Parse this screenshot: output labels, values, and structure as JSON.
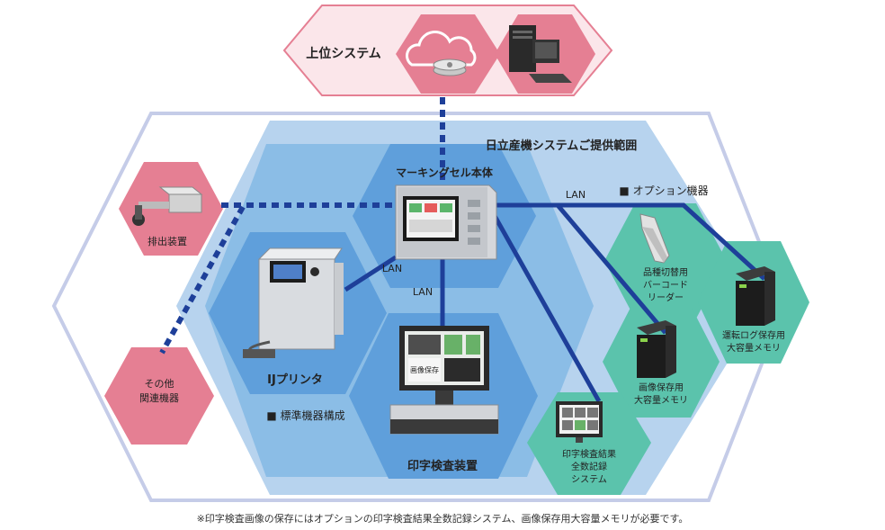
{
  "upper_system": {
    "label": "上位システム"
  },
  "scope_title": "日立産機システムご提供範囲",
  "standard_config_label": "■ 標準機器構成",
  "option_devices_label": "■ オプション機器",
  "nodes": {
    "marking_cell": "マーキングセル本体",
    "ij_printer": "IJプリンタ",
    "print_inspection": "印字検査装置",
    "discharge": "排出装置",
    "other_line1": "その他",
    "other_line2": "関連機器",
    "barcode_line1": "品種切替用",
    "barcode_line2": "バーコード",
    "barcode_line3": "リーダー",
    "log_mem_line1": "運転ログ保存用",
    "log_mem_line2": "大容量メモリ",
    "img_mem_line1": "画像保存用",
    "img_mem_line2": "大容量メモリ",
    "record_line1": "印字検査結果",
    "record_line2": "全数記録",
    "record_line3": "システム"
  },
  "links": {
    "lan_1": "LAN",
    "lan_2": "LAN",
    "lan_3": "LAN"
  },
  "screen_text": "画像保存",
  "footnote": "※印字検査画像の保存にはオプションの印字検査結果全数記録システム、画像保存用大容量メモリが必要です。",
  "colors": {
    "pink": "#e57f93",
    "pink_light": "#fbe6ea",
    "navy": "#1e3f99",
    "teal": "#5bc3ac",
    "blue_mid": "#6aa8dc",
    "blue_light": "#b7d3ee",
    "outer_stroke": "#c5cce8"
  }
}
